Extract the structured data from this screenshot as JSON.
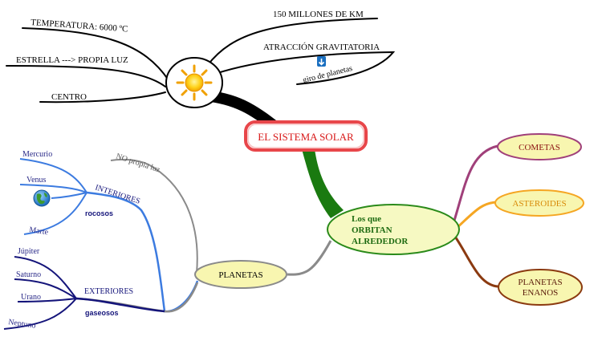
{
  "central": {
    "title": "EL SISTEMA SOLAR"
  },
  "sun": {
    "icon": "sun-icon",
    "branches": {
      "temperatura": "TEMPERATURA: 6000 ºC",
      "estrella": "ESTRELLA ---> PROPIA LUZ",
      "centro": "CENTRO",
      "distancia": "150 MILLONES DE KM",
      "atraccion": "ATRACCIÓN GRAVITATORIA",
      "giro": "giro de planetas"
    }
  },
  "orbitan": {
    "title": "Los que ORBITAN ALREDEDOR",
    "line1": "Los que",
    "line2": "ORBITAN",
    "line3": "ALREDEDOR"
  },
  "bodies": {
    "cometas": "COMETAS",
    "asteroides": "ASTEROIDES",
    "enanos_line1": "PLANETAS",
    "enanos_line2": "ENANOS"
  },
  "planetas": {
    "title": "PLANETAS",
    "no_luz": "NO propia luz",
    "interiores": "INTERIORES",
    "rocosos": "rocosos",
    "exteriores": "EXTERIORES",
    "gaseosos": "gaseosos",
    "interior_list": [
      "Mercurio",
      "Venus",
      "Marte"
    ],
    "exterior_list": [
      "Júpiter",
      "Saturno",
      "Urano",
      "Neptuno"
    ]
  },
  "colors": {
    "central_border": "#e8464a",
    "orbitan_fill": "#f6f9c2",
    "orbitan_text": "#1e6b12",
    "bodies_fill": "#f8f6b0",
    "cometas_line": "#a0407a",
    "asteroides_line": "#f5a623",
    "enanos_line": "#8b3a10",
    "interior_line": "#3c7be0",
    "exterior_line": "#14147a",
    "planet_text": "#2a2a88"
  }
}
